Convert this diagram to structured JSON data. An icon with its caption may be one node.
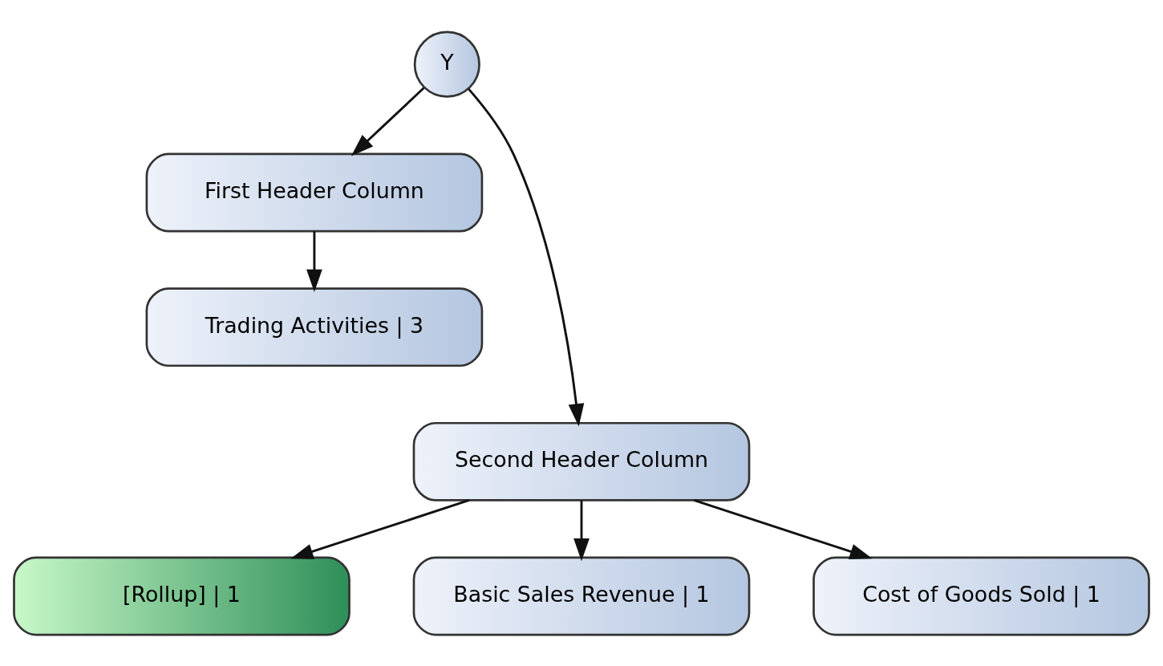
{
  "diagram": {
    "nodes": [
      {
        "text": [
          "Y"
        ]
      },
      {
        "text": [
          "First Header Column"
        ]
      },
      {
        "text": [
          "Trading Activities | 3"
        ]
      },
      {
        "text": [
          "Second Header Column"
        ]
      },
      {
        "text": [
          "[Rollup] | 1"
        ]
      },
      {
        "text": [
          "Basic Sales Revenue | 1"
        ]
      },
      {
        "text": [
          "Cost of Goods Sold | 1"
        ]
      }
    ],
    "edges": [
      {
        "from": 0,
        "to": 1,
        "arrow": "to"
      },
      {
        "from": 1,
        "to": 2,
        "arrow": "to"
      },
      {
        "from": 0,
        "to": 3,
        "arrow": "to"
      },
      {
        "from": 3,
        "to": 4,
        "arrow": "to"
      },
      {
        "from": 3,
        "to": 5,
        "arrow": "to"
      },
      {
        "from": 3,
        "to": 6,
        "arrow": "to"
      }
    ]
  }
}
